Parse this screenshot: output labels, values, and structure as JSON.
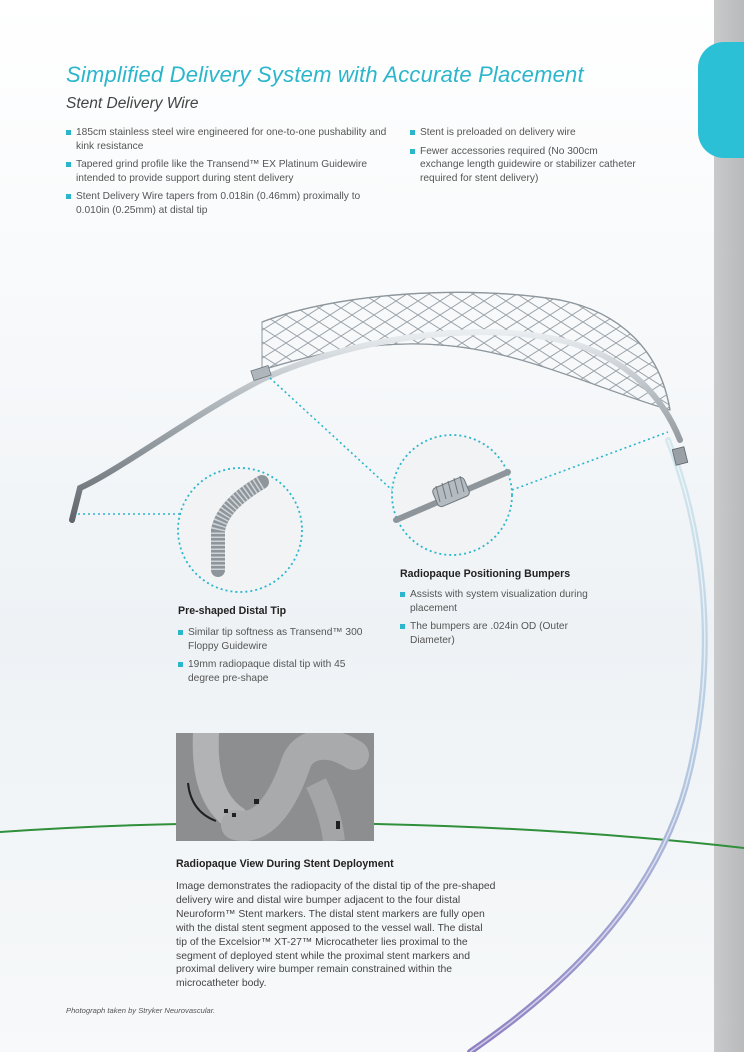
{
  "header": {
    "title": "Simplified Delivery System with Accurate Placement",
    "subtitle": "Stent Delivery Wire"
  },
  "features_left": [
    "185cm stainless steel wire engineered for one-to-one pushability and kink resistance",
    "Tapered grind profile like the Transend™ EX Platinum Guidewire intended to provide support during stent delivery",
    "Stent Delivery Wire tapers from 0.018in (0.46mm) proximally to 0.010in (0.25mm) at distal tip"
  ],
  "features_right": [
    "Stent is preloaded on delivery wire",
    "Fewer accessories required (No 300cm exchange length guidewire or stabilizer catheter required for stent delivery)"
  ],
  "callouts": {
    "distal_tip": {
      "heading": "Pre-shaped Distal Tip",
      "items": [
        "Similar tip softness as Transend™ 300 Floppy Guidewire",
        "19mm radiopaque distal tip with 45 degree pre-shape"
      ]
    },
    "bumpers": {
      "heading": "Radiopaque Positioning Bumpers",
      "items": [
        "Assists with system visualization during placement",
        "The bumpers are .024in OD (Outer Diameter)"
      ]
    }
  },
  "radiopaque_view": {
    "heading": "Radiopaque View During Stent Deployment",
    "body": "Image demonstrates the radiopacity of the distal tip of the pre-shaped delivery wire and distal wire bumper adjacent to the four distal Neuroform™ Stent markers. The distal stent markers are fully open with the distal stent segment apposed to the vessel wall. The distal tip of the Excelsior™ XT-27™ Microcatheter lies proximal to the segment of deployed stent while the proximal stent markers and proximal delivery wire bumper remain constrained within the microcatheter body."
  },
  "footer": {
    "credit": "Photograph taken by Stryker Neurovascular."
  },
  "colors": {
    "accent": "#2bb6cc",
    "tab": "#2bc0d6",
    "green_line": "#2f8f3a",
    "catheter_purple": "#8e7fc2"
  }
}
